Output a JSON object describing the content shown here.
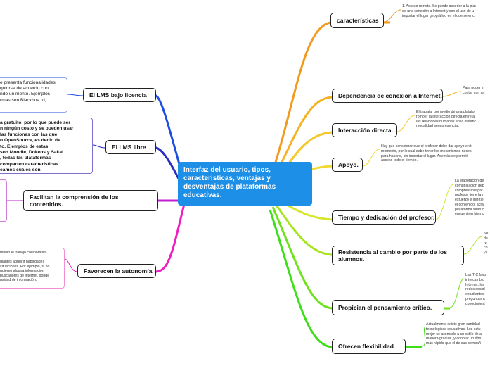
{
  "center_topic": "Interfaz del usuario, tipos, caracteristicas, ventajas y desventajas de plataformas educativas.",
  "right_branches": [
    {
      "label": "características",
      "color": "#f39a1d",
      "note": "1. Acceso remoto. Se puede acceder a la plat\nde una conexión a Internet y con el uso de u\nimportar el lugar geográfico en el que se enc"
    },
    {
      "label": "Dependencia de conexión a Internet.",
      "color": "#f5b324",
      "note": "Para poder in\ncontar con un"
    },
    {
      "label": "Interacción directa.",
      "color": "#f4c72a",
      "note": "El trabajar por medio de una platafor\nromper la interacción directa entre al\nlas relaciones humanas en la distanc\nmodalidad semipresencial."
    },
    {
      "label": "Apoyo.",
      "color": "#f1d92f",
      "note": "Hay que considerar que el profesor debe dar apoyo en t\nmomento, por lo cual debe tener los mecanismos neces\npara hacerlo, sin importar el lugar. Además de permiti\nacceso todo el tiempo."
    },
    {
      "label": "Tiempo y dedicación del profesor.",
      "color": "#d7e62d",
      "note": "La elaboración de\ncomunicación deb\ncomprensible par\nprofesor tiene la r\nesfuerzo e invirtie\nel contenido, activ\nplataforma sean c\nencuentren bien c"
    },
    {
      "label": "Resistencia al cambio por parte de los alumnos.",
      "color": "#a6e51f",
      "note": "Se\nde\nre\nco\ny l"
    },
    {
      "label": "Propician el pensamiento crítico.",
      "color": "#6fe21b",
      "note": "Las TIC favo\nintercambio\nInternet, los\nredes social\nestudiantes\npreguntan a\nconocimient"
    },
    {
      "label": "Ofrecen flexibilidad.",
      "color": "#3ede1a",
      "note": "Actualmente existe gran cantidad\ntecnológicas educativas. Los estu\nmejor se acomode a su estilo de a\nmanera gradual, y adoptar un ritm\nmás rápido que el de sus compañ"
    }
  ],
  "left_branches": [
    {
      "label": "El LMS bajo licencia",
      "color": "#1f4fe0",
      "note": "e presenta funcionalidades\nquirirse de acuerdo con\nndo un monto. Ejemplos\nrmas son Blackboa rd,"
    },
    {
      "label": "El LMS libre",
      "color": "#2a2fbf",
      "note": "a gratuito, por lo que puede ser\nn ningún costo y se pueden usar\nlas funciones con las que\no OpenSource, es decir, de\nto. Ejemplos de estas\nson Moodle, Dokeos y Sakai.\n, todas las plataformas\ncomparten características\neamos cuáles son."
    },
    {
      "label": "Facilitan la comprensión de los contenidos.",
      "color": "#c020d0",
      "note": ""
    },
    {
      "label": "Favorecen la autonomía.",
      "color": "#ee1ec0",
      "note": "mulan el trabajo colaborativo.\n\ndiantes adquirir habilidades\nsituaciones. Por ejemplo, si no\nquieren alguna información\nbuscadores de internet, donde\nnsidad de información."
    }
  ]
}
